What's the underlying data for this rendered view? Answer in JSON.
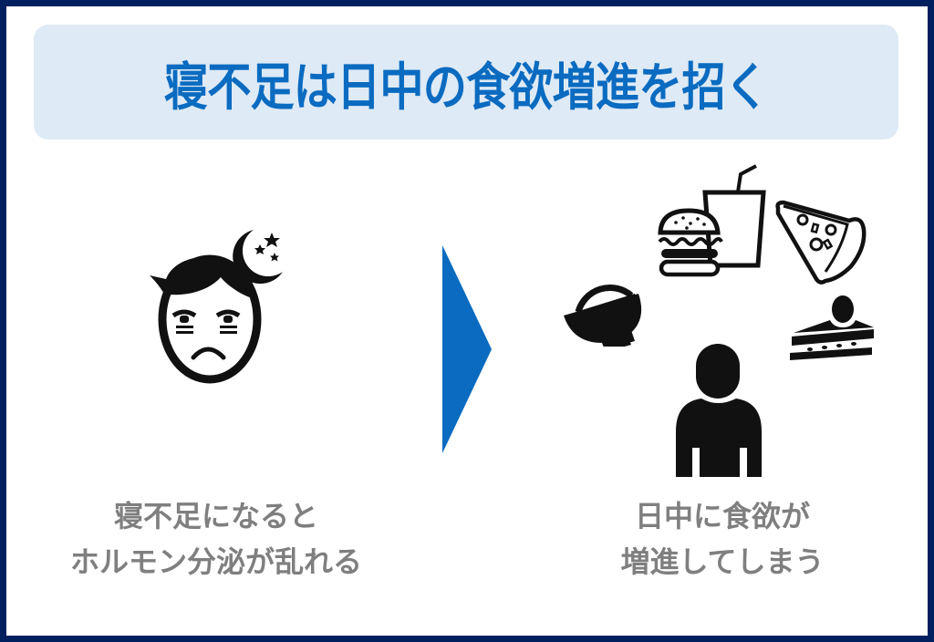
{
  "header": {
    "title": "寝不足は日中の食欲増進を招く"
  },
  "left_panel": {
    "icon": "sleepy-face-with-moon-icon",
    "caption_line1": "寝不足になると",
    "caption_line2": "ホルモン分泌が乱れる"
  },
  "arrow": {
    "icon": "right-arrow-triangle-icon",
    "color": "#0A6BC0"
  },
  "right_panel": {
    "icons": [
      "rice-bowl-icon",
      "burger-and-drink-icon",
      "pizza-slice-icon",
      "cake-slice-icon",
      "person-icon"
    ],
    "caption_line1": "日中に食欲が",
    "caption_line2": "増進してしまう"
  },
  "colors": {
    "border": "#001F5F",
    "header_bg": "#DEEAF6",
    "title": "#0A6BC0",
    "caption": "#7F7F7F",
    "icon": "#111111"
  }
}
